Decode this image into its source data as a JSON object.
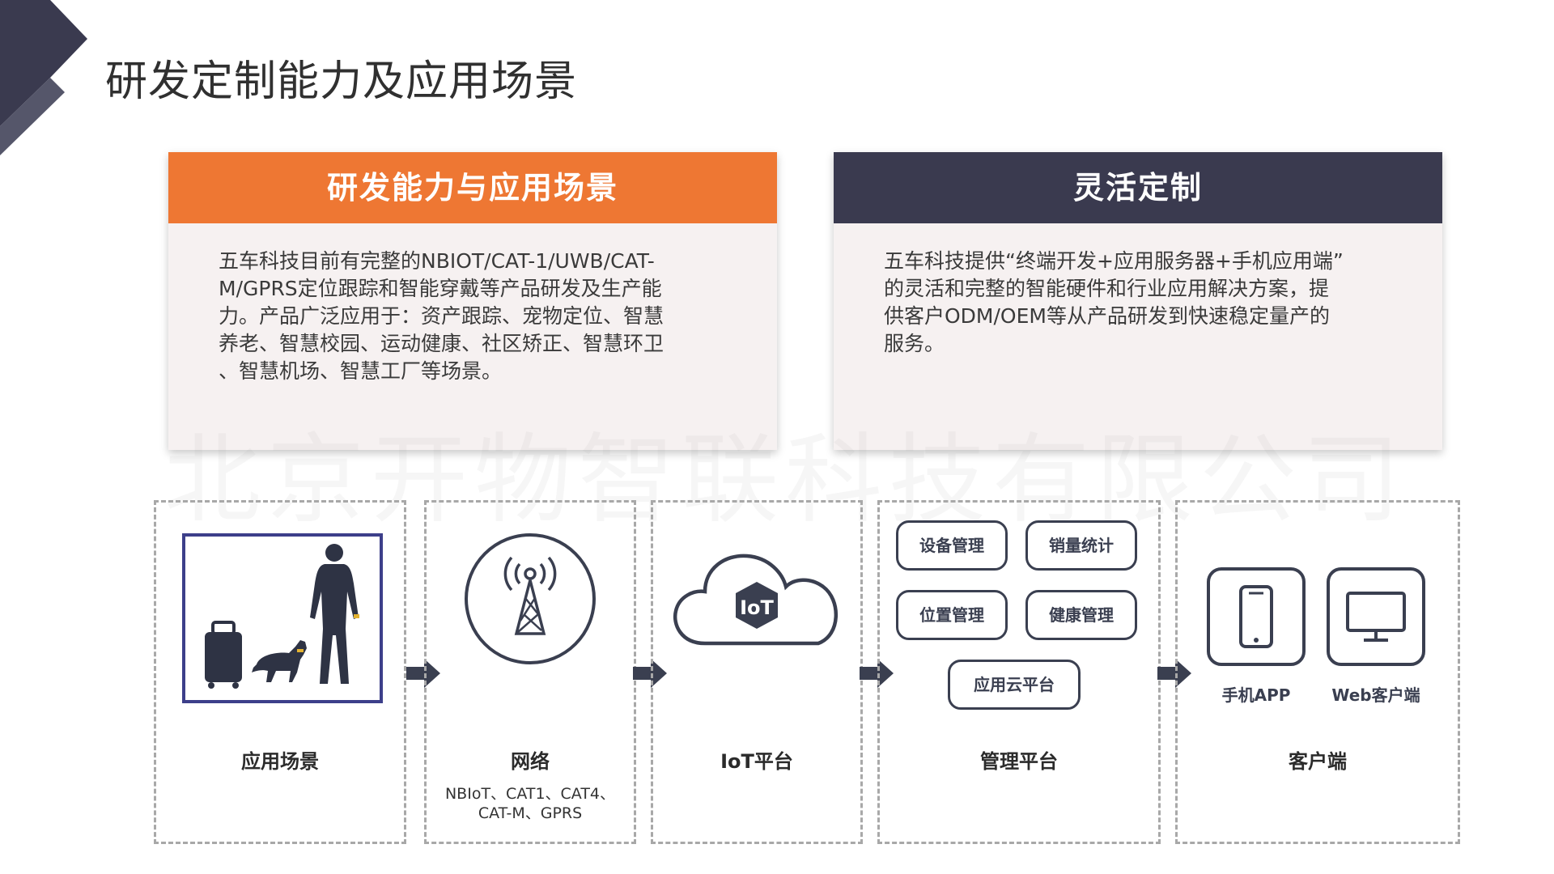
{
  "page": {
    "title": "研发定制能力及应用场景",
    "watermark": "北京开物智联科技有限公司"
  },
  "cards": {
    "left": {
      "title": "研发能力与应用场景",
      "lines": [
        "五车科技目前有完整的NBIOT/CAT-1/UWB/CAT-",
        "M/GPRS定位跟踪和智能穿戴等产品研发及生产能",
        "力。产品广泛应用于：资产跟踪、宠物定位、智慧",
        "养老、智慧校园、运动健康、社区矫正、智慧环卫",
        "、智慧机场、智慧工厂等场景。"
      ]
    },
    "right": {
      "title": "灵活定制",
      "lines": [
        "五车科技提供“终端开发+应用服务器+手机应用端”",
        "的灵活和完整的智能硬件和行业应用解决方案，提",
        "供客户ODM/OEM等从产品研发到快速稳定量产的",
        "服务。"
      ]
    }
  },
  "flow": {
    "scene": {
      "label": "应用场景"
    },
    "network": {
      "label": "网络",
      "sub_line1": "NBIoT、CAT1、CAT4、",
      "sub_line2": "CAT-M、GPRS"
    },
    "iot": {
      "label": "IoT平台",
      "icon_text": "IoT"
    },
    "management": {
      "label": "管理平台",
      "pills": [
        "设备管理",
        "销量统计",
        "位置管理",
        "健康管理",
        "应用云平台"
      ]
    },
    "client": {
      "label": "客户端",
      "phone_label": "手机APP",
      "web_label": "Web客户端"
    }
  },
  "colors": {
    "accent_orange": "#ee7733",
    "header_dark": "#3a3a4f",
    "icon_dark": "#3a3f50",
    "scene_frame": "#3d3f8a"
  }
}
